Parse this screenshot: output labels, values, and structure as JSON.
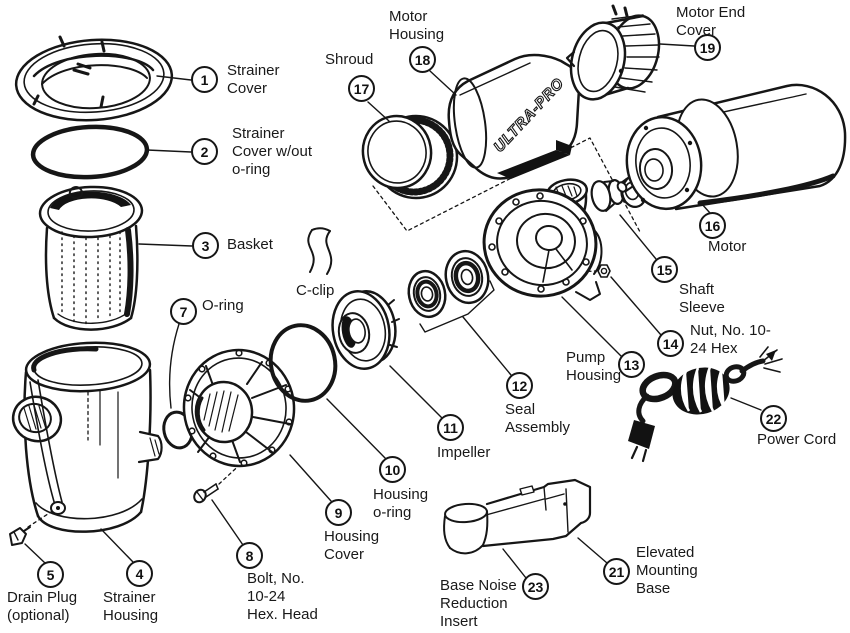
{
  "figure": {
    "brand_text": "ULTRA-PRO",
    "c_clip_label": "C-clip",
    "parts": {
      "strainer_cover": {
        "num": "1",
        "label": "Strainer\nCover"
      },
      "strainer_cover_oring": {
        "num": "2",
        "label": "Strainer\nCover w/out\no-ring"
      },
      "basket": {
        "num": "3",
        "label": "Basket"
      },
      "strainer_housing": {
        "num": "4",
        "label": "Strainer\nHousing"
      },
      "drain_plug": {
        "num": "5",
        "label": "Drain Plug\n(optional)"
      },
      "oring": {
        "num": "7",
        "label": "O-ring"
      },
      "bolt": {
        "num": "8",
        "label": "Bolt, No.\n10-24\nHex. Head"
      },
      "housing_cover": {
        "num": "9",
        "label": "Housing\nCover"
      },
      "housing_oring": {
        "num": "10",
        "label": "Housing\no-ring"
      },
      "impeller": {
        "num": "11",
        "label": "Impeller"
      },
      "seal_assembly": {
        "num": "12",
        "label": "Seal\nAssembly"
      },
      "pump_housing": {
        "num": "13",
        "label": "Pump\nHousing"
      },
      "nut": {
        "num": "14",
        "label": "Nut, No. 10-\n24 Hex"
      },
      "shaft_sleeve": {
        "num": "15",
        "label": "Shaft\nSleeve"
      },
      "motor": {
        "num": "16",
        "label": "Motor"
      },
      "shroud": {
        "num": "17",
        "label": "Shroud"
      },
      "motor_housing": {
        "num": "18",
        "label": "Motor\nHousing"
      },
      "motor_end_cover": {
        "num": "19",
        "label": "Motor End\nCover"
      },
      "elevated_base": {
        "num": "21",
        "label": "Elevated\nMounting\nBase"
      },
      "power_cord": {
        "num": "22",
        "label": "Power Cord"
      },
      "base_insert": {
        "num": "23",
        "label": "Base Noise\nReduction\nInsert"
      }
    }
  }
}
